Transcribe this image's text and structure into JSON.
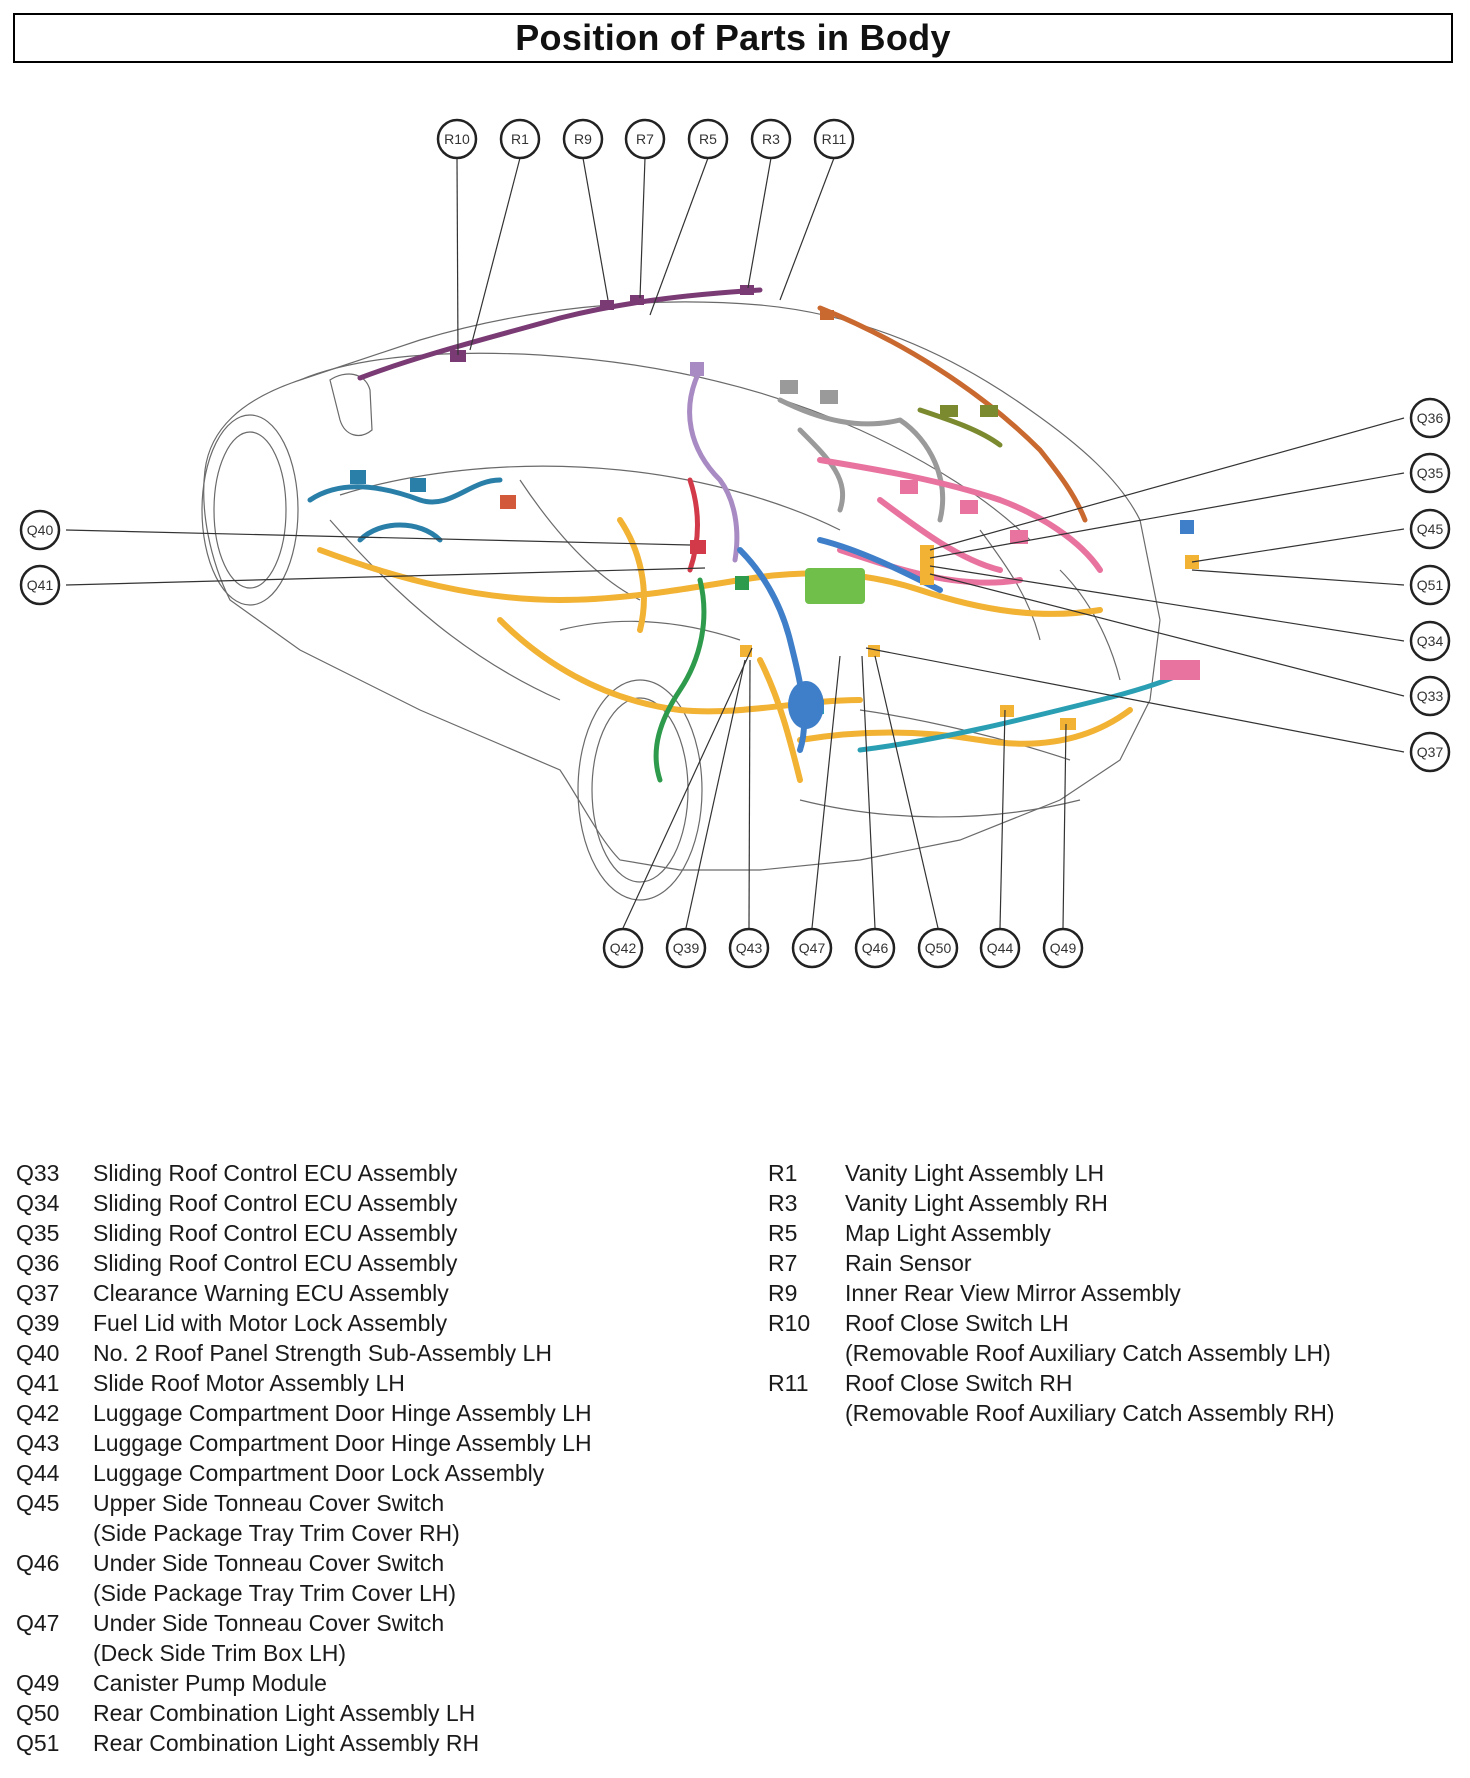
{
  "title": "Position of Parts in Body",
  "callouts": {
    "top": [
      "R10",
      "R1",
      "R9",
      "R7",
      "R5",
      "R3",
      "R11"
    ],
    "left": [
      "Q40",
      "Q41"
    ],
    "right": [
      "Q36",
      "Q35",
      "Q45",
      "Q51",
      "Q34",
      "Q33",
      "Q37"
    ],
    "bottom": [
      "Q42",
      "Q39",
      "Q43",
      "Q47",
      "Q46",
      "Q50",
      "Q44",
      "Q49"
    ]
  },
  "legend_left": [
    {
      "code": "Q33",
      "desc": "Sliding Roof Control ECU Assembly",
      "sub": ""
    },
    {
      "code": "Q34",
      "desc": "Sliding Roof Control ECU Assembly",
      "sub": ""
    },
    {
      "code": "Q35",
      "desc": "Sliding Roof Control ECU Assembly",
      "sub": ""
    },
    {
      "code": "Q36",
      "desc": "Sliding Roof Control ECU Assembly",
      "sub": ""
    },
    {
      "code": "Q37",
      "desc": "Clearance Warning ECU Assembly",
      "sub": ""
    },
    {
      "code": "Q39",
      "desc": "Fuel Lid with Motor Lock Assembly",
      "sub": ""
    },
    {
      "code": "Q40",
      "desc": "No. 2 Roof Panel Strength Sub-Assembly LH",
      "sub": ""
    },
    {
      "code": "Q41",
      "desc": "Slide Roof Motor Assembly LH",
      "sub": ""
    },
    {
      "code": "Q42",
      "desc": "Luggage Compartment Door Hinge Assembly LH",
      "sub": ""
    },
    {
      "code": "Q43",
      "desc": "Luggage Compartment Door Hinge Assembly LH",
      "sub": ""
    },
    {
      "code": "Q44",
      "desc": "Luggage Compartment Door Lock Assembly",
      "sub": ""
    },
    {
      "code": "Q45",
      "desc": "Upper Side Tonneau Cover Switch",
      "sub": "(Side Package Tray Trim Cover RH)"
    },
    {
      "code": "Q46",
      "desc": "Under Side Tonneau Cover Switch",
      "sub": "(Side Package Tray Trim Cover LH)"
    },
    {
      "code": "Q47",
      "desc": "Under Side Tonneau Cover Switch",
      "sub": "(Deck Side Trim Box LH)"
    },
    {
      "code": "Q49",
      "desc": "Canister Pump Module",
      "sub": ""
    },
    {
      "code": "Q50",
      "desc": "Rear Combination Light Assembly LH",
      "sub": ""
    },
    {
      "code": "Q51",
      "desc": "Rear Combination Light Assembly RH",
      "sub": ""
    }
  ],
  "legend_right": [
    {
      "code": "R1",
      "desc": "Vanity Light Assembly LH",
      "sub": ""
    },
    {
      "code": "R3",
      "desc": "Vanity Light Assembly RH",
      "sub": ""
    },
    {
      "code": "R5",
      "desc": "Map Light Assembly",
      "sub": ""
    },
    {
      "code": "R7",
      "desc": "Rain Sensor",
      "sub": ""
    },
    {
      "code": "R9",
      "desc": "Inner Rear View Mirror Assembly",
      "sub": ""
    },
    {
      "code": "R10",
      "desc": "Roof Close Switch LH",
      "sub": "(Removable Roof Auxiliary Catch Assembly LH)"
    },
    {
      "code": "R11",
      "desc": "Roof Close Switch RH",
      "sub": "(Removable Roof Auxiliary Catch Assembly RH)"
    }
  ],
  "colors": {
    "harness_orange": "#f2b233",
    "harness_pink": "#e9739f",
    "harness_blue": "#3f7fc9",
    "harness_purple": "#7a3a74",
    "harness_teal": "#2a9fb3",
    "harness_green": "#2e9b4c",
    "harness_gray": "#9a9a9a",
    "harness_brown": "#c9692f"
  }
}
